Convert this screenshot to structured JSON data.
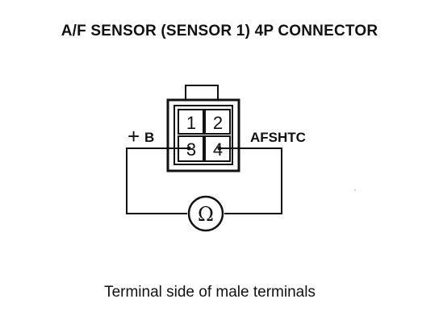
{
  "diagram": {
    "title": "A/F SENSOR (SENSOR 1) 4P CONNECTOR",
    "caption": "Terminal side of male terminals",
    "connector": {
      "pins": [
        {
          "number": "1"
        },
        {
          "number": "2"
        },
        {
          "number": "3"
        },
        {
          "number": "4"
        }
      ]
    },
    "terminals": {
      "left_symbol": "+",
      "left_label": "B",
      "right_label": "AFSHTC"
    },
    "meter": {
      "symbol": "Ω",
      "icon": "ohmmeter-icon"
    }
  }
}
